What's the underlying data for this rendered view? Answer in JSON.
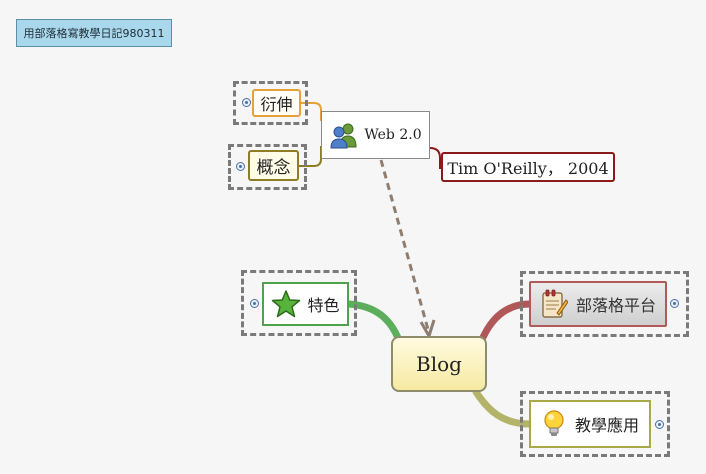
{
  "title": "用部落格寫教學日記980311",
  "nodes": {
    "yanshen": "衍伸",
    "gainian": "概念",
    "web20": "Web 2.0",
    "tim": "Tim O'Reilly， 2004",
    "blog": "Blog",
    "tese": "特色",
    "buluoge": "部落格平台",
    "jiaoxue": "教學應用"
  },
  "icons": {
    "web20": "users-icon",
    "tese": "star-icon",
    "buluoge": "notepad-icon",
    "jiaoxue": "lightbulb-icon"
  },
  "colors": {
    "background": "#f6f6f6",
    "title_fill": "#a9d7ec",
    "branch_tese": "#5cae5c",
    "branch_buluoge": "#b05858",
    "branch_jiaoxue": "#b3b36a",
    "branch_tim": "#8b1a1a",
    "branch_yanshen": "#e5a23b",
    "branch_gainian": "#8e7d25",
    "relationship": "#8f7e6f"
  }
}
